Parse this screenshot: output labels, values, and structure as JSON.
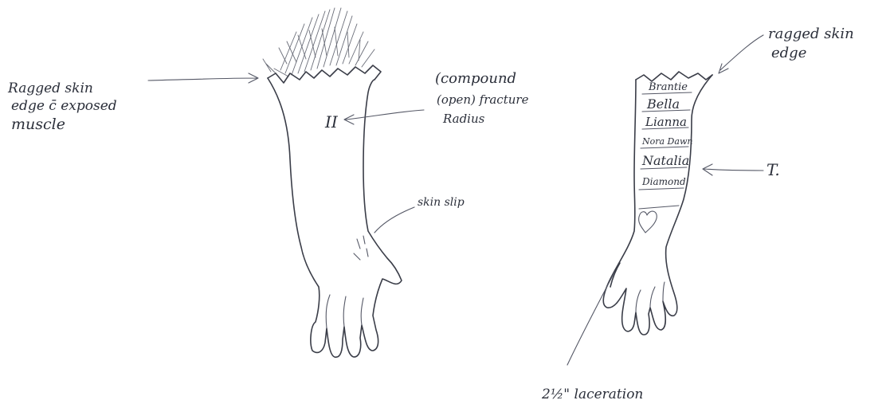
{
  "left_arm": {
    "label_ragged_line1": "Ragged skin",
    "label_ragged_line2": "edge c̄ exposed",
    "label_ragged_line3": "muscle",
    "label_compound_line1": "(compound",
    "label_compound_line2": "(open) fracture",
    "label_compound_line3": "Radius",
    "fracture_marker": "II",
    "label_skin_slip": "skin slip"
  },
  "right_arm": {
    "label_ragged_line1": "ragged skin",
    "label_ragged_line2": "edge",
    "tattoo_names": [
      "Brantie",
      "Bella",
      "Lianna",
      "Nora Dawn",
      "Natalia",
      "Diamond"
    ],
    "label_tattoo": "T.",
    "label_laceration": "2½\" laceration"
  }
}
